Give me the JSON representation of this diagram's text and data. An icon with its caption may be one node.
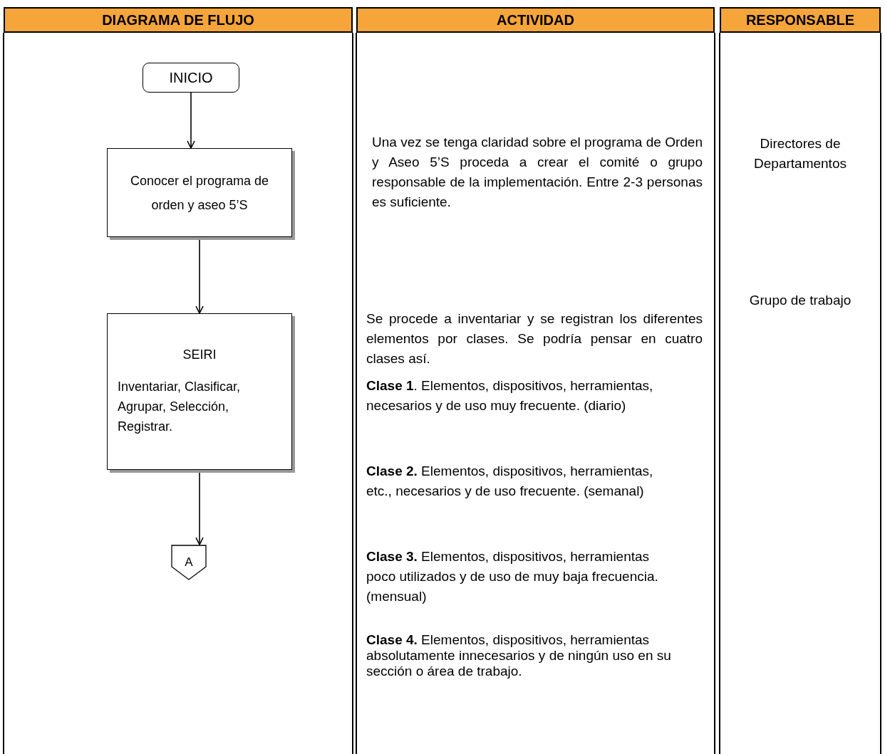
{
  "diagram": {
    "nodes": [
      {
        "text": [
          "INICIO"
        ]
      },
      {
        "text": [
          "Conocer el programa de orden y aseo 5’S"
        ]
      },
      {
        "text": [
          "SEIRI",
          "Inventariar, Clasificar, Agrupar, Selección, Registrar."
        ]
      },
      {
        "text": [
          "A"
        ]
      }
    ],
    "edges": [
      {
        "from": 0,
        "to": 1,
        "arrow": "to"
      },
      {
        "from": 1,
        "to": 2,
        "arrow": "to"
      },
      {
        "from": 2,
        "to": 3,
        "arrow": "to"
      }
    ],
    "labels": [
      "DIAGRAMA DE FLUJO",
      "ACTIVIDAD",
      "RESPONSABLE",
      "Una vez se tenga claridad sobre el programa de Orden y Aseo 5’S proceda a crear el comité o grupo responsable de la implementación. Entre 2-3 personas es suficiente.",
      "Directores de Departamentos",
      "Grupo de trabajo",
      "Se procede a inventariar y se registran los diferentes elementos por clases. Se podría pensar en cuatro  clases así.",
      "**Clase 1**. Elementos, dispositivos, herramientas, necesarios y de uso muy frecuente. (diario)",
      "**Clase 2.** Elementos, dispositivos, herramientas, etc.,  necesarios y de uso frecuente. (semanal)",
      "**Clase 3.** Elementos, dispositivos, herramientas poco utilizados y de uso de muy baja frecuencia. (mensual)",
      "**Clase 4.** Elementos, dispositivos, herramientas absolutamente innecesarios y de ningún uso en su sección o área de trabajo."
    ]
  }
}
